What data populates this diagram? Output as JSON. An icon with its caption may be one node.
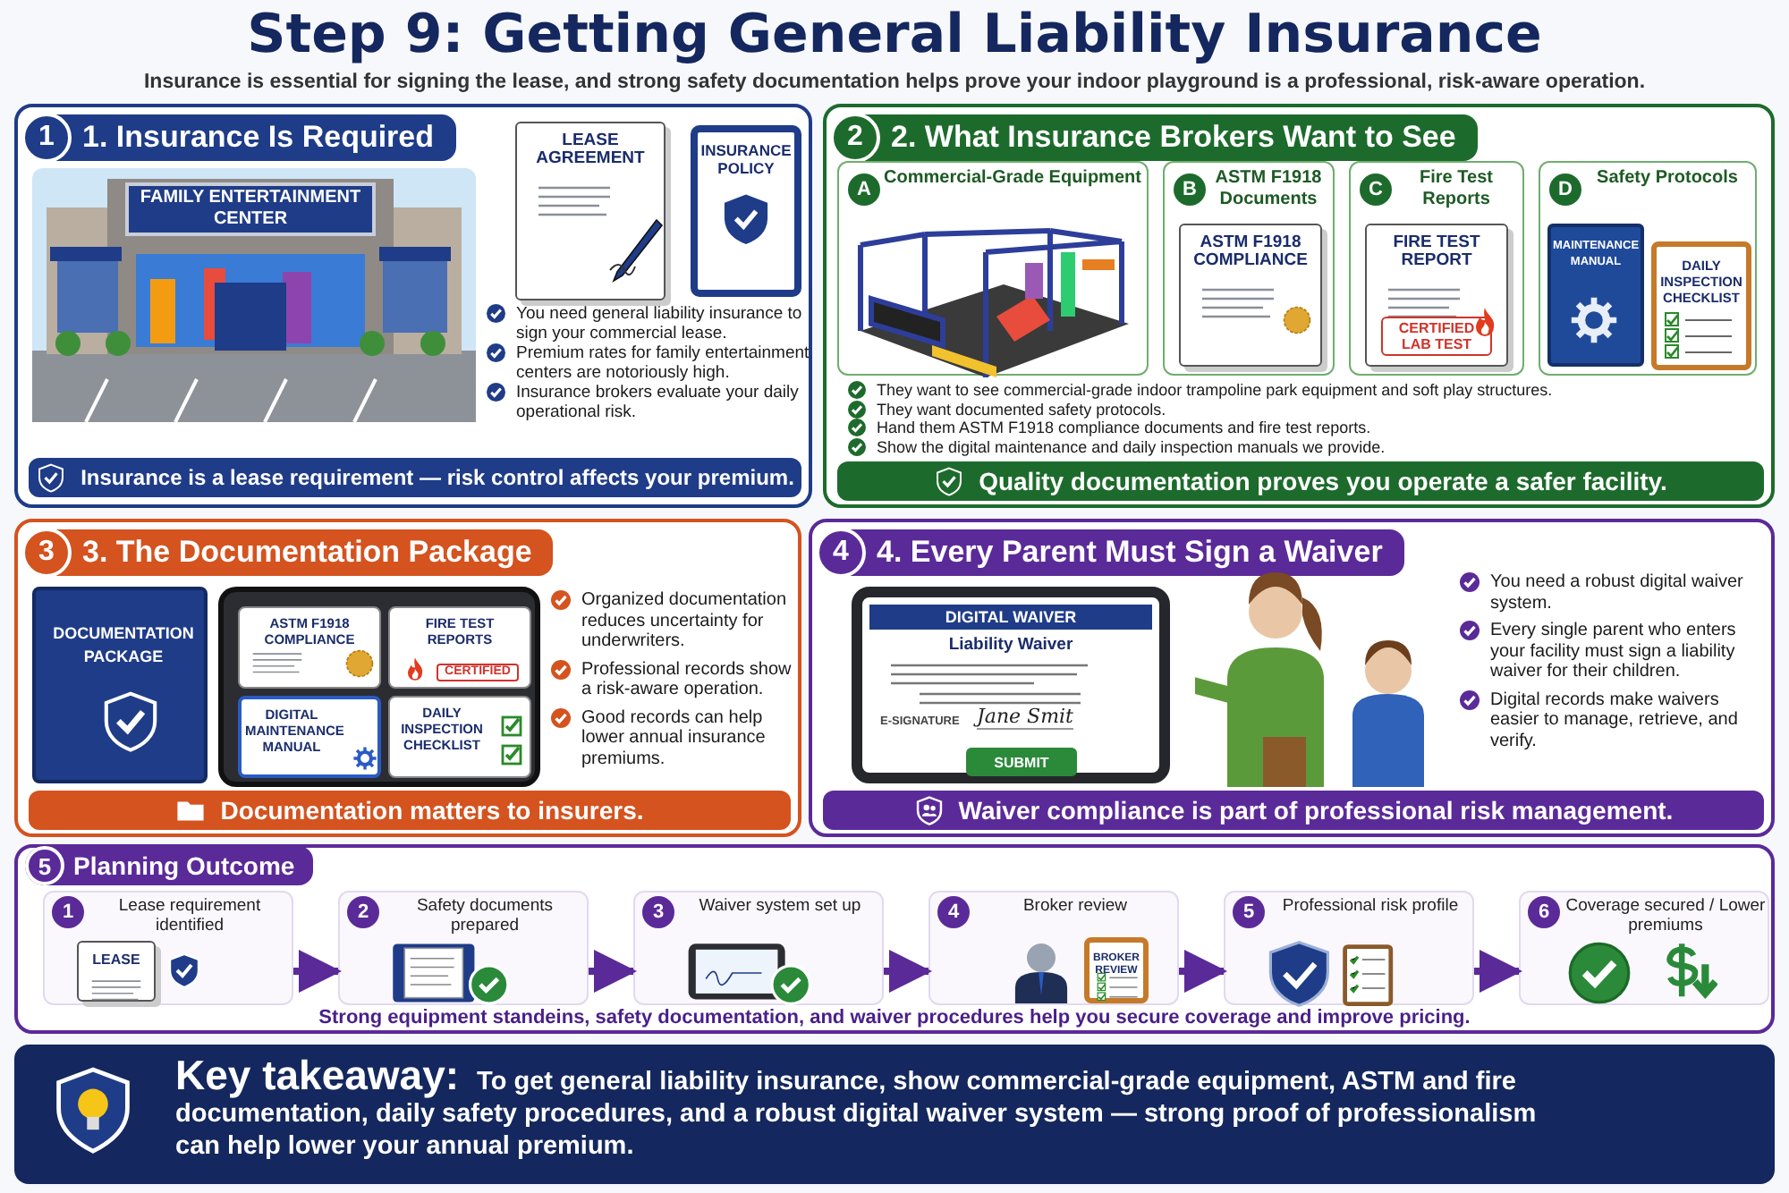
{
  "diagram": {
    "title": "Step 9: Getting General Liability Insurance",
    "nodes": [
      {
        "text": [
          "1",
          "1. Insurance Is Required",
          "You need general liability insurance to sign your commercial lease.",
          "Premium rates for family entertainment centers are notoriously high.",
          "Insurance brokers evaluate your daily operational risk."
        ]
      },
      {
        "text": [
          "FAMILY ENTERTAINMENT CENTER"
        ],
        "in": 0
      },
      {
        "text": [
          "LEASE AGREEMENT"
        ],
        "in": 0
      },
      {
        "text": [
          "INSURANCE POLICY"
        ],
        "in": 0
      },
      {
        "text": [
          "Insurance is a lease requirement — risk control affects your premium."
        ],
        "in": 0
      },
      {
        "text": [
          "2",
          "2. What Insurance Brokers Want to See",
          "They want to see commercial-grade indoor trampoline park equipment and soft play structures.",
          "They want documented safety protocols.",
          "Hand them ASTM F1918 compliance documents and fire test reports.",
          "Show the digital maintenance and daily inspection manuals we provide."
        ]
      },
      {
        "text": [
          "A",
          "Commercial-Grade Equipment"
        ],
        "in": 5
      },
      {
        "text": [
          "B",
          "ASTM F1918 Documents"
        ],
        "in": 5
      },
      {
        "text": [
          "ASTM F1918 COMPLIANCE"
        ],
        "in": 7
      },
      {
        "text": [
          "C",
          "Fire Test Reports"
        ],
        "in": 5
      },
      {
        "text": [
          "FIRE TEST REPORT",
          "CERTIFIED LAB TEST"
        ],
        "in": 9
      },
      {
        "text": [
          "D",
          "Safety Protocols"
        ],
        "in": 5
      },
      {
        "text": [
          "MAINTENANCE MANUAL"
        ],
        "in": 11
      },
      {
        "text": [
          "DAILY INSPECTION CHECKLIST"
        ],
        "in": 11
      },
      {
        "text": [
          "Quality documentation proves you operate a safer facility."
        ],
        "in": 5
      },
      {
        "text": [
          "3",
          "3. The Documentation Package",
          "Organized documentation reduces uncertainty for underwriters.",
          "Professional records show a risk-aware operation.",
          "Good records can help lower annual insurance premiums."
        ]
      },
      {
        "text": [
          "DOCUMENTATION PACKAGE"
        ],
        "in": 15
      },
      {
        "text": [],
        "shape": "picture",
        "in": 15
      },
      {
        "text": [
          "ASTM F1918 COMPLIANCE"
        ],
        "in": 17
      },
      {
        "text": [
          "FIRE TEST REPORTS",
          "CERTIFIED"
        ],
        "in": 17
      },
      {
        "text": [
          "DIGITAL MAINTENANCE MANUAL"
        ],
        "in": 17
      },
      {
        "text": [
          "DAILY INSPECTION CHECKLIST"
        ],
        "in": 17
      },
      {
        "text": [
          "Documentation matters to insurers."
        ],
        "in": 15
      },
      {
        "text": [
          "4",
          "4. Every Parent Must Sign a Waiver",
          "You need a robust digital waiver system.",
          "Every single parent who enters your facility must sign a liability waiver for their children.",
          "Digital records make waivers easier to manage, retrieve, and verify."
        ]
      },
      {
        "text": [
          "DIGITAL WAIVER",
          "Liability Waiver",
          "E-SIGNATURE",
          "Jane Smit"
        ],
        "in": 23
      },
      {
        "text": [
          "SUBMIT"
        ],
        "in": 24
      },
      {
        "text": [
          "Waiver compliance is part of professional risk management."
        ],
        "in": 23
      },
      {
        "text": [
          "5",
          "Planning Outcome",
          "Strong equipment standeins, safety documentation, and waiver procedures help you secure coverage and improve pricing."
        ]
      },
      {
        "text": [
          "1",
          "Lease requirement identified"
        ],
        "in": 27
      },
      {
        "text": [
          "LEASE"
        ],
        "in": 28
      },
      {
        "text": [
          "2",
          "Safety documents prepared"
        ],
        "in": 27
      },
      {
        "text": [
          "3",
          "Waiver system set up"
        ],
        "in": 27
      },
      {
        "text": [
          "4",
          "Broker review"
        ],
        "in": 27
      },
      {
        "text": [
          "BROKER REVIEW"
        ],
        "in": 32
      },
      {
        "text": [
          "5",
          "Professional risk profile"
        ],
        "in": 27
      },
      {
        "text": [
          "6",
          "Coverage secured / Lower premiums"
        ],
        "in": 27
      },
      {
        "text": [
          "Key takeaway:",
          "To get general liability insurance, show commercial-grade equipment, ASTM and fire documentation, daily safety procedures, and a robust digital waiver system — strong proof of professionalism can help lower your annual premium."
        ]
      }
    ],
    "edges": [
      {
        "from": 28,
        "to": 30,
        "arrow": "to"
      },
      {
        "from": 30,
        "to": 31,
        "arrow": "to"
      },
      {
        "from": 31,
        "to": 32,
        "arrow": "to"
      },
      {
        "from": 32,
        "to": 34,
        "arrow": "to"
      },
      {
        "from": 34,
        "to": 35,
        "arrow": "to"
      }
    ],
    "labels": [
      "Insurance is essential for signing the lease, and strong safety documentation helps prove your indoor playground is a professional, risk-aware operation."
    ]
  }
}
